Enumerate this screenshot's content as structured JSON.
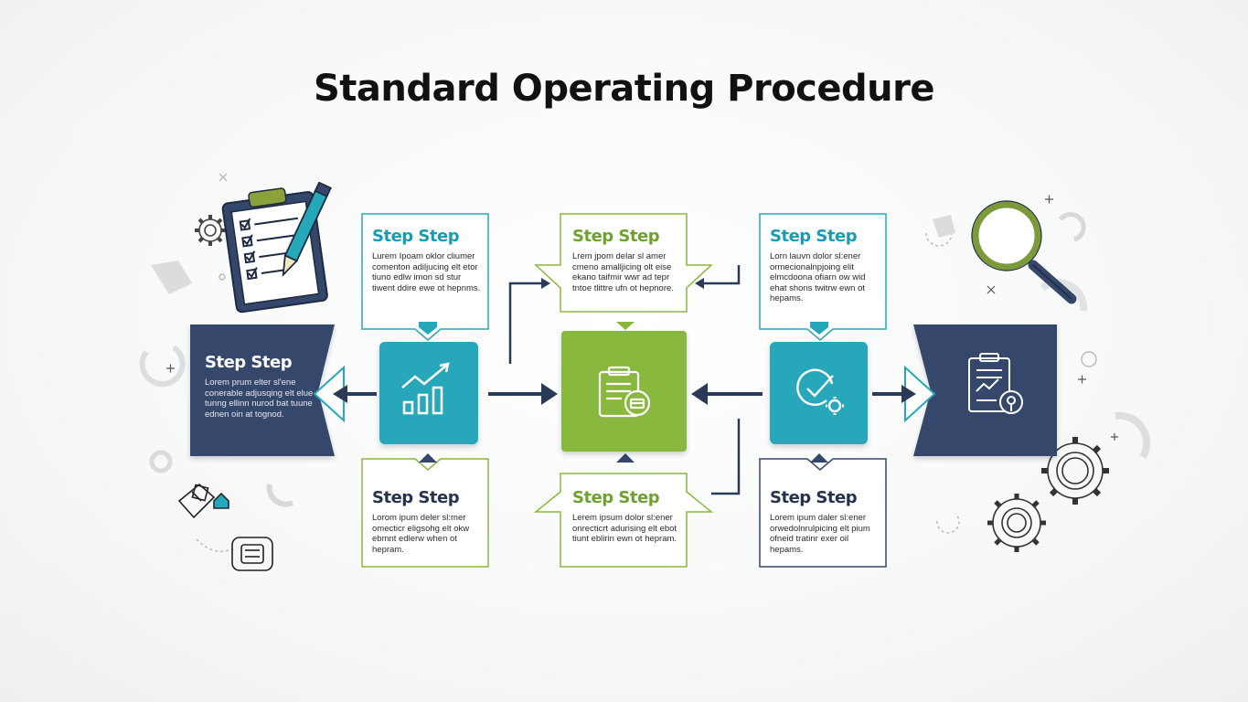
{
  "title": "Standard Operating Procedure",
  "colors": {
    "navy": "#34476a",
    "teal": "#26a7ba",
    "green": "#88b83c",
    "title_text": "#111111"
  },
  "steps": {
    "left_panel": {
      "title": "Step Step",
      "body": "Lorem prum elter sl'ene conerable adjusqing elt elue tunng ellinn nurod bat tuune ednen oin at tognod."
    },
    "top_1": {
      "title": "Step Step",
      "body": "Lurem Ipoam oklor cliumer comenton adiljucing elt etor tiuno edlw imon sd stur tiwent ddire ewe ot hepnms."
    },
    "top_2": {
      "title": "Step Step",
      "body": "Lrem jpom delar sl amer cmeno amalljicing olt eise ekano taifmir wwr ad tepr tntoe tlittre ufn ot hepnore."
    },
    "top_3": {
      "title": "Step Step",
      "body": "Lorn lauvn dolor sl:ener ormecionalnpjoing elit elmcdoona ofiarn ow wid ehat shons twitrw ewn ot hepams."
    },
    "bottom_1": {
      "title": "Step Step",
      "body": "Lorom ipum deler sl:mer omecticr eligsohg elt okw ebmnt edlerw when ot hepram."
    },
    "bottom_2": {
      "title": "Step Step",
      "body": "Lerem ipsum dolor sl:ener onrecticrt adurising elt ebot tiunt eblirin ewn ot hepram."
    },
    "bottom_3": {
      "title": "Step Step",
      "body": "Lorem ipum daler sl:ener orwedolnrulpicing elt pium ofneid tratinr exer oil hepams."
    }
  },
  "icons": {
    "clipboard": "clipboard-checklist-icon",
    "pencil": "pencil-icon",
    "magnifier": "magnifying-glass-icon",
    "chart": "bar-chart-growth-icon",
    "document": "document-report-icon",
    "checkgear": "check-gear-icon",
    "report": "report-location-icon",
    "gears": "gears-icon"
  }
}
